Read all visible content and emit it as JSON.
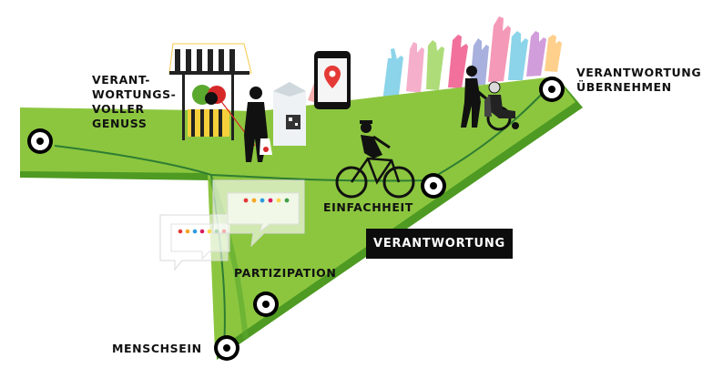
{
  "labels": {
    "genuss": "VERANT-\nWORTUNGS-\nVOLLER\nGENUSS",
    "uebernehmen": "VERANTWORTUNG\nÜBERNEHMEN",
    "einfachheit": "EINFACHHEIT",
    "verantwortung": "VERANTWORTUNG",
    "partizipation": "PARTIZIPATION",
    "menschsein": "MENSCHSEIN"
  },
  "colors": {
    "land_green": "#8cc63f",
    "land_dark_green": "#4e9a22",
    "path_green": "#2e7d32",
    "badge_bg": "#0d0d0d",
    "dot_colors": [
      "#e53935",
      "#f5a623",
      "#2e9be0",
      "#d81b60",
      "#ffd54f",
      "#43a047"
    ]
  },
  "icons": [
    "location-pin-icon",
    "smartphone-icon",
    "milk-carton-icon",
    "market-stall-icon",
    "cyclist-icon",
    "wheelchair-icon",
    "chat-bubble-icon",
    "target-marker-icon",
    "raised-hands-icon"
  ]
}
